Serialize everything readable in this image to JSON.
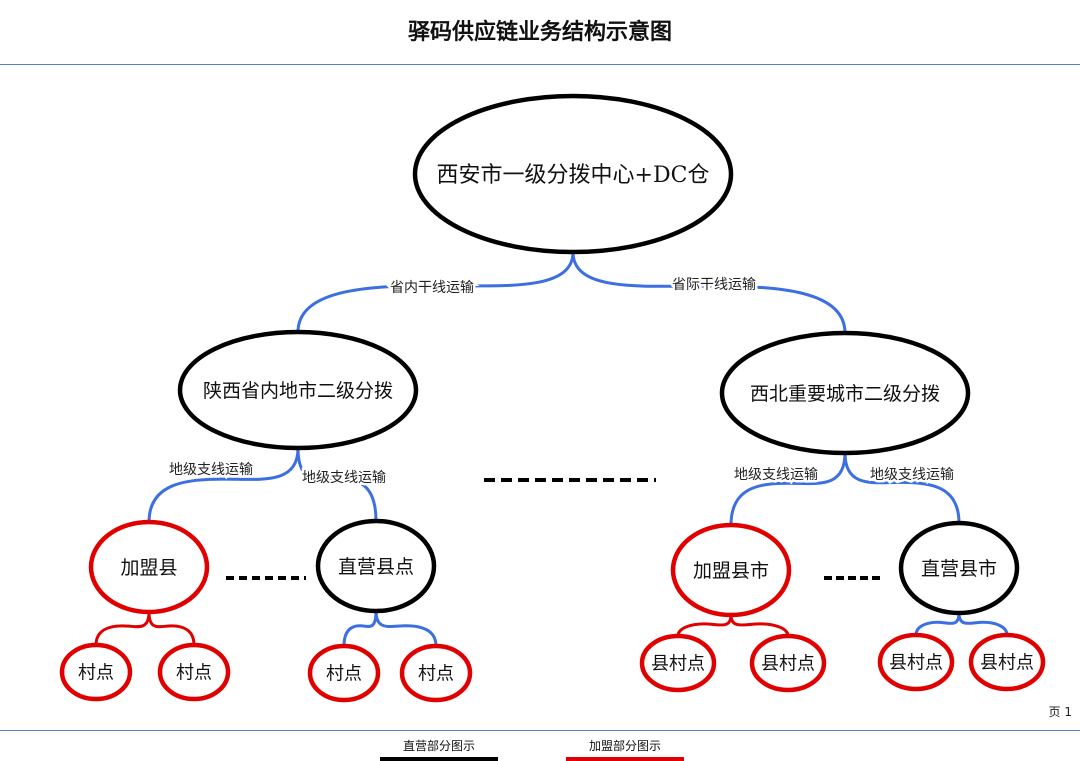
{
  "title": "驿码供应链业务结构示意图",
  "page": "页 1",
  "colors": {
    "direct": "#000000",
    "franchise": "#e00000",
    "link": "#3c6fe0"
  },
  "nodes": [
    {
      "id": "hub",
      "label": "西安市一级分拨中心+DC仓",
      "kind": "direct"
    },
    {
      "id": "l2a",
      "label": "陕西省内地市二级分拨",
      "kind": "direct"
    },
    {
      "id": "l2b",
      "label": "西北重要城市二级分拨",
      "kind": "direct"
    },
    {
      "id": "a1",
      "label": "加盟县",
      "kind": "franchise"
    },
    {
      "id": "a2",
      "label": "直营县点",
      "kind": "direct"
    },
    {
      "id": "b1",
      "label": "加盟县市",
      "kind": "franchise"
    },
    {
      "id": "b2",
      "label": "直营县市",
      "kind": "direct"
    },
    {
      "id": "c1",
      "label": "村点",
      "kind": "franchise"
    },
    {
      "id": "c2",
      "label": "村点",
      "kind": "franchise"
    },
    {
      "id": "c3",
      "label": "村点",
      "kind": "franchise"
    },
    {
      "id": "c4",
      "label": "村点",
      "kind": "franchise"
    },
    {
      "id": "d1",
      "label": "县村点",
      "kind": "franchise"
    },
    {
      "id": "d2",
      "label": "县村点",
      "kind": "franchise"
    },
    {
      "id": "d3",
      "label": "县村点",
      "kind": "franchise"
    },
    {
      "id": "d4",
      "label": "县村点",
      "kind": "franchise"
    }
  ],
  "edges": [
    {
      "id": "e1",
      "from": "hub",
      "to": "l2a",
      "label": "省内干线运输",
      "kind": "direct"
    },
    {
      "id": "e2",
      "from": "hub",
      "to": "l2b",
      "label": "省际干线运输",
      "kind": "direct"
    },
    {
      "id": "e3",
      "from": "l2a",
      "to": "a1",
      "label": "地级支线运输",
      "kind": "direct"
    },
    {
      "id": "e4",
      "from": "l2a",
      "to": "a2",
      "label": "地级支线运输",
      "kind": "direct"
    },
    {
      "id": "e5",
      "from": "l2b",
      "to": "b1",
      "label": "地级支线运输",
      "kind": "direct"
    },
    {
      "id": "e6",
      "from": "l2b",
      "to": "b2",
      "label": "地级支线运输",
      "kind": "direct"
    },
    {
      "id": "e7",
      "from": "a1",
      "to": "c1",
      "label": "",
      "kind": "franchise"
    },
    {
      "id": "e8",
      "from": "a1",
      "to": "c2",
      "label": "",
      "kind": "franchise"
    },
    {
      "id": "e9",
      "from": "a2",
      "to": "c3",
      "label": "",
      "kind": "direct"
    },
    {
      "id": "e10",
      "from": "a2",
      "to": "c4",
      "label": "",
      "kind": "direct"
    },
    {
      "id": "e11",
      "from": "b1",
      "to": "d1",
      "label": "",
      "kind": "franchise"
    },
    {
      "id": "e12",
      "from": "b1",
      "to": "d2",
      "label": "",
      "kind": "franchise"
    },
    {
      "id": "e13",
      "from": "b2",
      "to": "d3",
      "label": "",
      "kind": "direct"
    },
    {
      "id": "e14",
      "from": "b2",
      "to": "d4",
      "label": "",
      "kind": "direct"
    }
  ],
  "legend": [
    {
      "label": "直营部分图示",
      "kind": "direct"
    },
    {
      "label": "加盟部分图示",
      "kind": "franchise"
    }
  ]
}
